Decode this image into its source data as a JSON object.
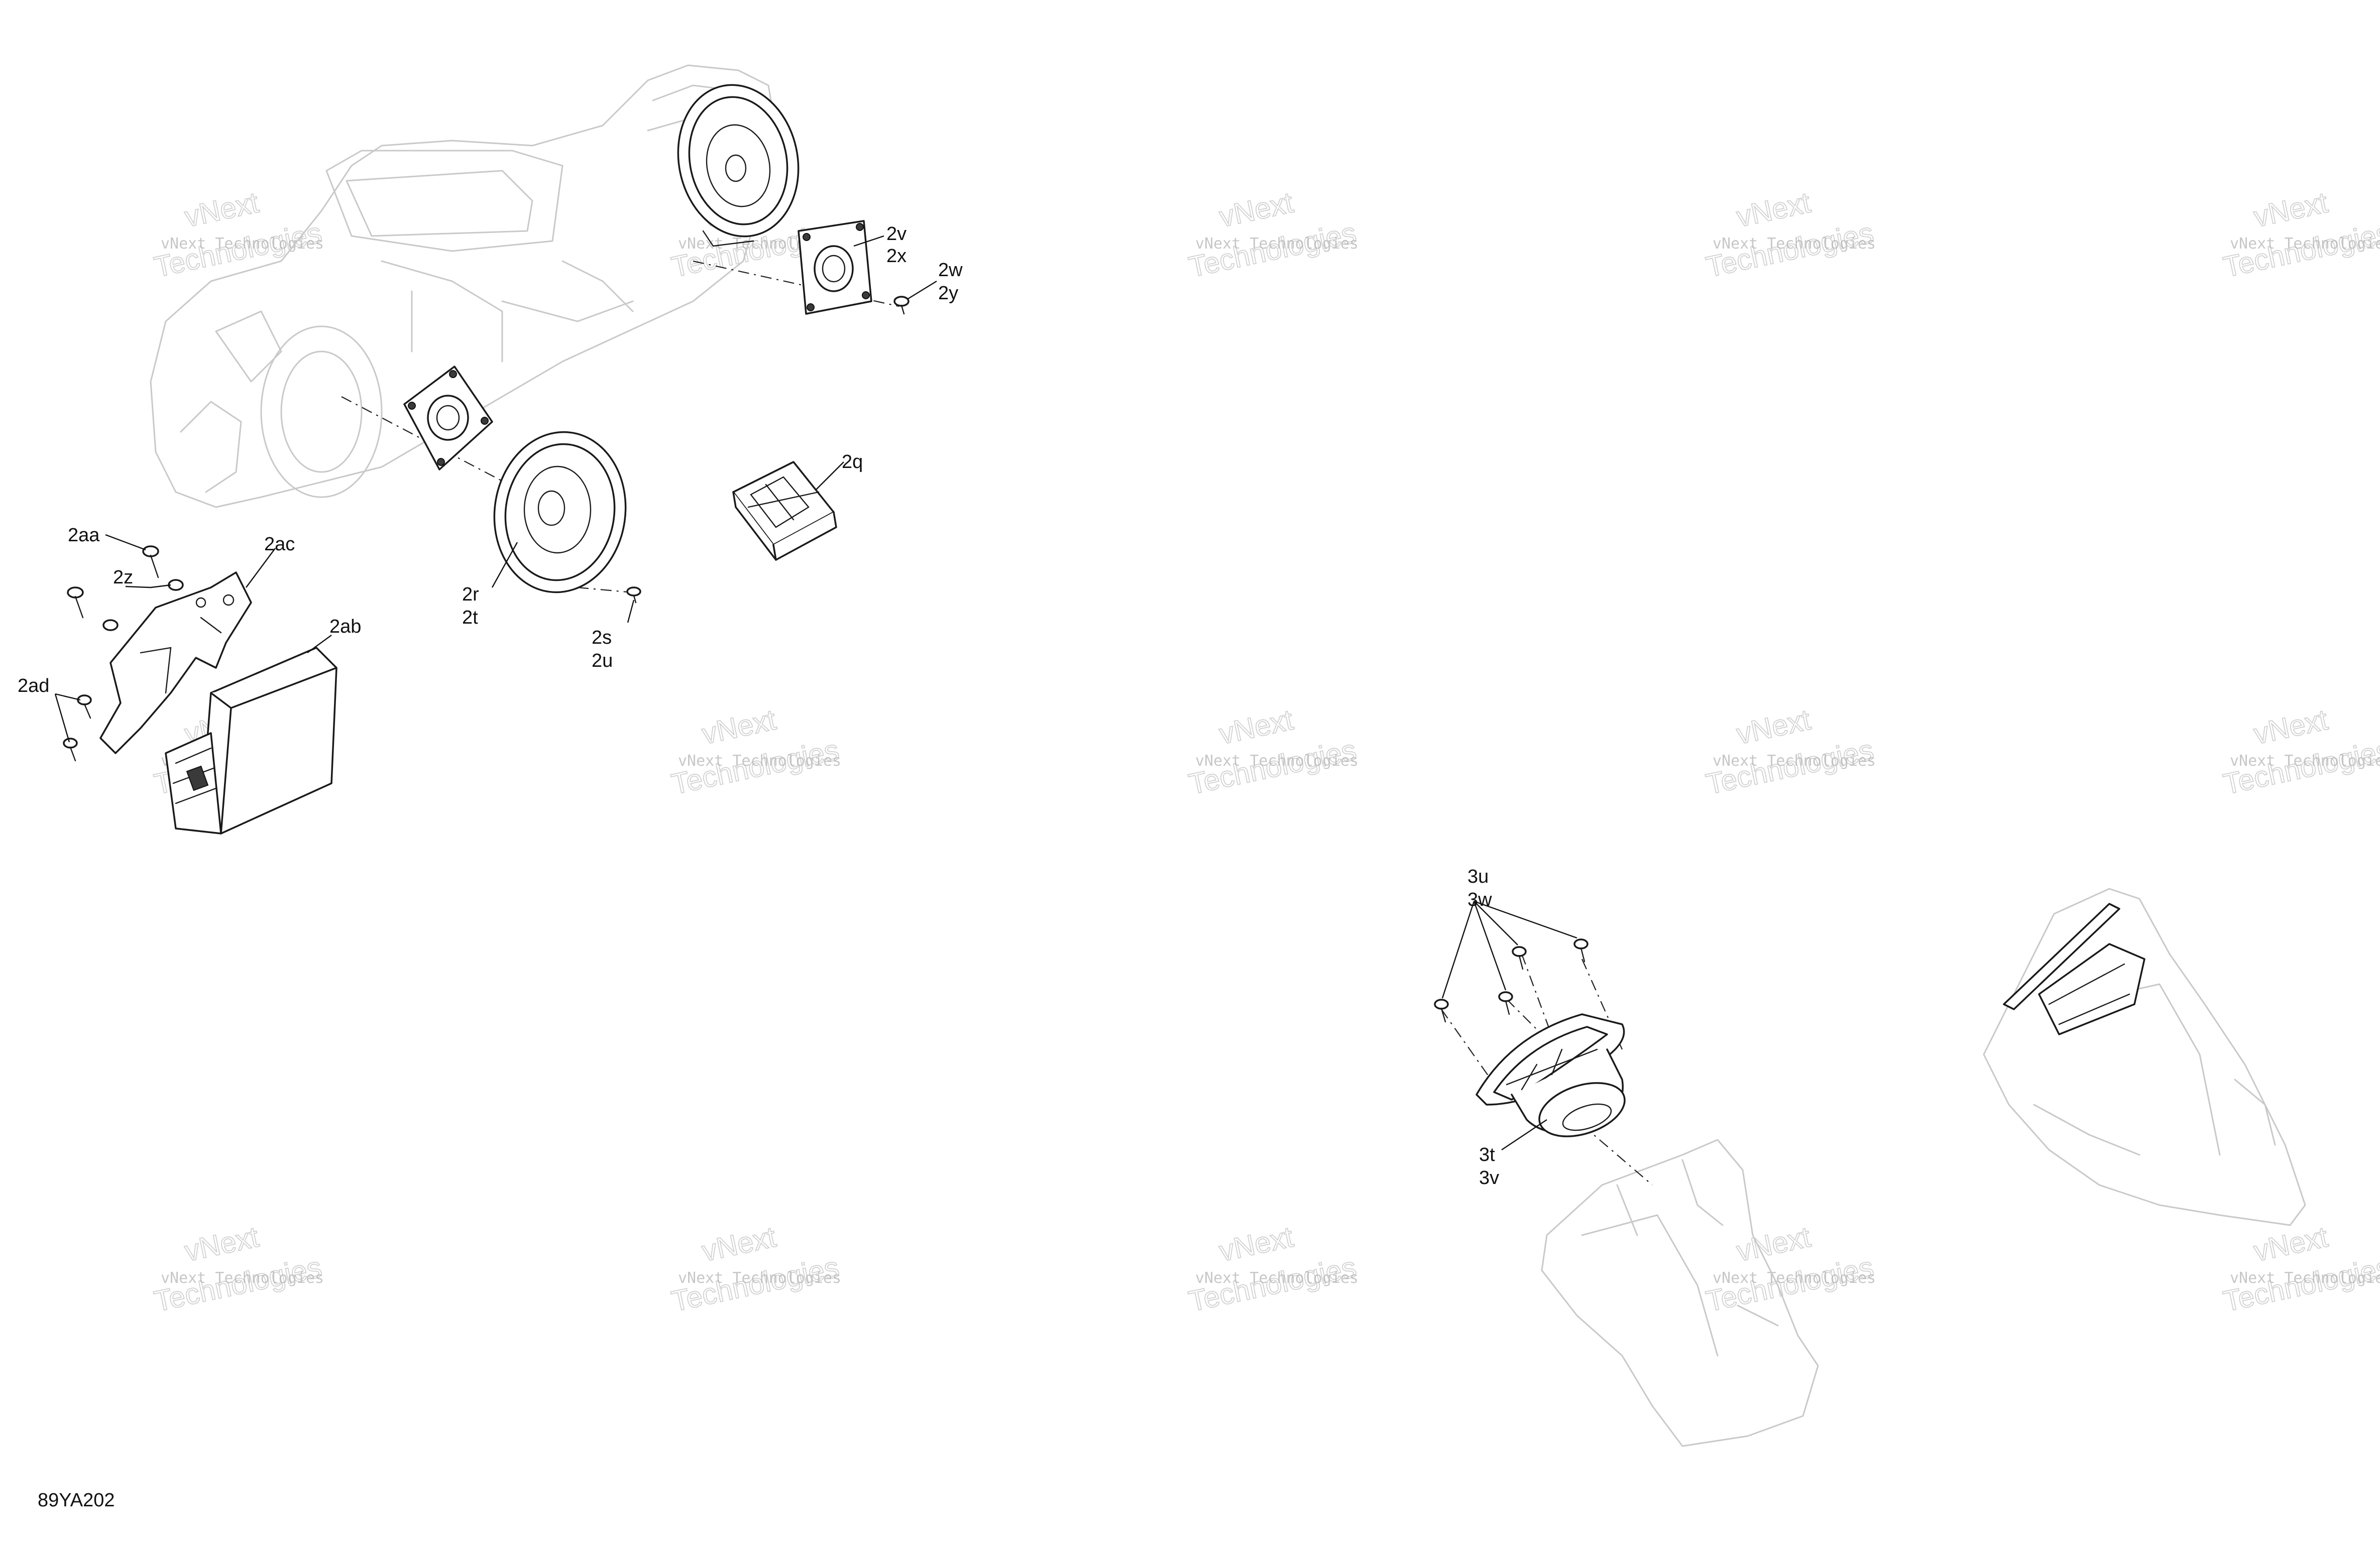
{
  "diagram": {
    "figure_code": "89YA202",
    "callouts": {
      "c_2v": "2v",
      "c_2x": "2x",
      "c_2w": "2w",
      "c_2y": "2y",
      "c_2q": "2q",
      "c_2r": "2r",
      "c_2t": "2t",
      "c_2s": "2s",
      "c_2u": "2u",
      "c_2aa": "2aa",
      "c_2ac": "2ac",
      "c_2z": "2z",
      "c_2ab": "2ab",
      "c_2ad": "2ad",
      "c_3u": "3u",
      "c_3w": "3w",
      "c_3t": "3t",
      "c_3v": "3v"
    },
    "watermark": {
      "line_small": "vNext Technologies",
      "line_big_1": "vNext",
      "line_big_2": "Technologies"
    }
  }
}
